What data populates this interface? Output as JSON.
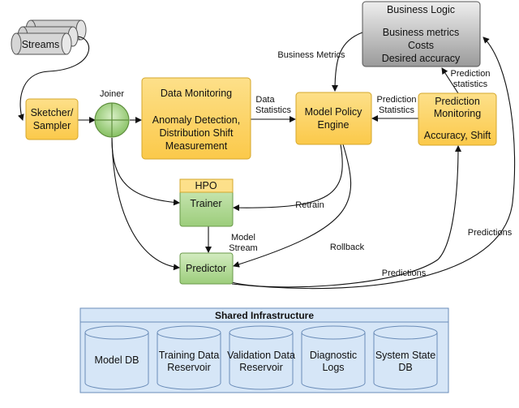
{
  "streams": {
    "label": "Streams"
  },
  "sketcher": {
    "line1": "Sketcher/",
    "line2": "Sampler"
  },
  "joiner": {
    "label": "Joiner"
  },
  "data_monitoring": {
    "title": "Data Monitoring",
    "line1": "Anomaly Detection,",
    "line2": "Distribution Shift",
    "line3": "Measurement"
  },
  "model_policy": {
    "line1": "Model Policy",
    "line2": "Engine"
  },
  "business_logic": {
    "title": "Business Logic",
    "line1": "Business metrics",
    "line2": "Costs",
    "line3": "Desired accuracy"
  },
  "prediction_monitoring": {
    "line1": "Prediction",
    "line2": "Monitoring",
    "line3": "Accuracy, Shift"
  },
  "hpo": {
    "label": "HPO"
  },
  "trainer": {
    "label": "Trainer"
  },
  "predictor": {
    "label": "Predictor"
  },
  "edges": {
    "business_metrics": "Business Metrics",
    "data_statistics_1": "Data",
    "data_statistics_2": "Statistics",
    "prediction_statistics_1": "Prediction",
    "prediction_statistics_2": "Statistics",
    "prediction_statistics_lc_1": "Prediction",
    "prediction_statistics_lc_2": "statistics",
    "retrain": "Retrain",
    "rollback": "Rollback",
    "model_stream_1": "Model",
    "model_stream_2": "Stream",
    "predictions_1": "Predictions",
    "predictions_2": "Predictions"
  },
  "shared_infrastructure": {
    "title": "Shared Infrastructure",
    "stores": [
      {
        "line1": "Model DB",
        "line2": ""
      },
      {
        "line1": "Training Data",
        "line2": "Reservoir"
      },
      {
        "line1": "Validation Data",
        "line2": "Reservoir"
      },
      {
        "line1": "Diagnostic",
        "line2": "Logs"
      },
      {
        "line1": "System State",
        "line2": "DB"
      }
    ]
  },
  "colors": {
    "yellow_fill": "#fdd56a",
    "yellow_stroke": "#d4a72c",
    "green_fill": "#b5dd9a",
    "green_stroke": "#6a9a4a",
    "gray_fill": "#cfcfcf",
    "blue_fill": "#d6e6f7",
    "blue_stroke": "#6a8cb8"
  }
}
